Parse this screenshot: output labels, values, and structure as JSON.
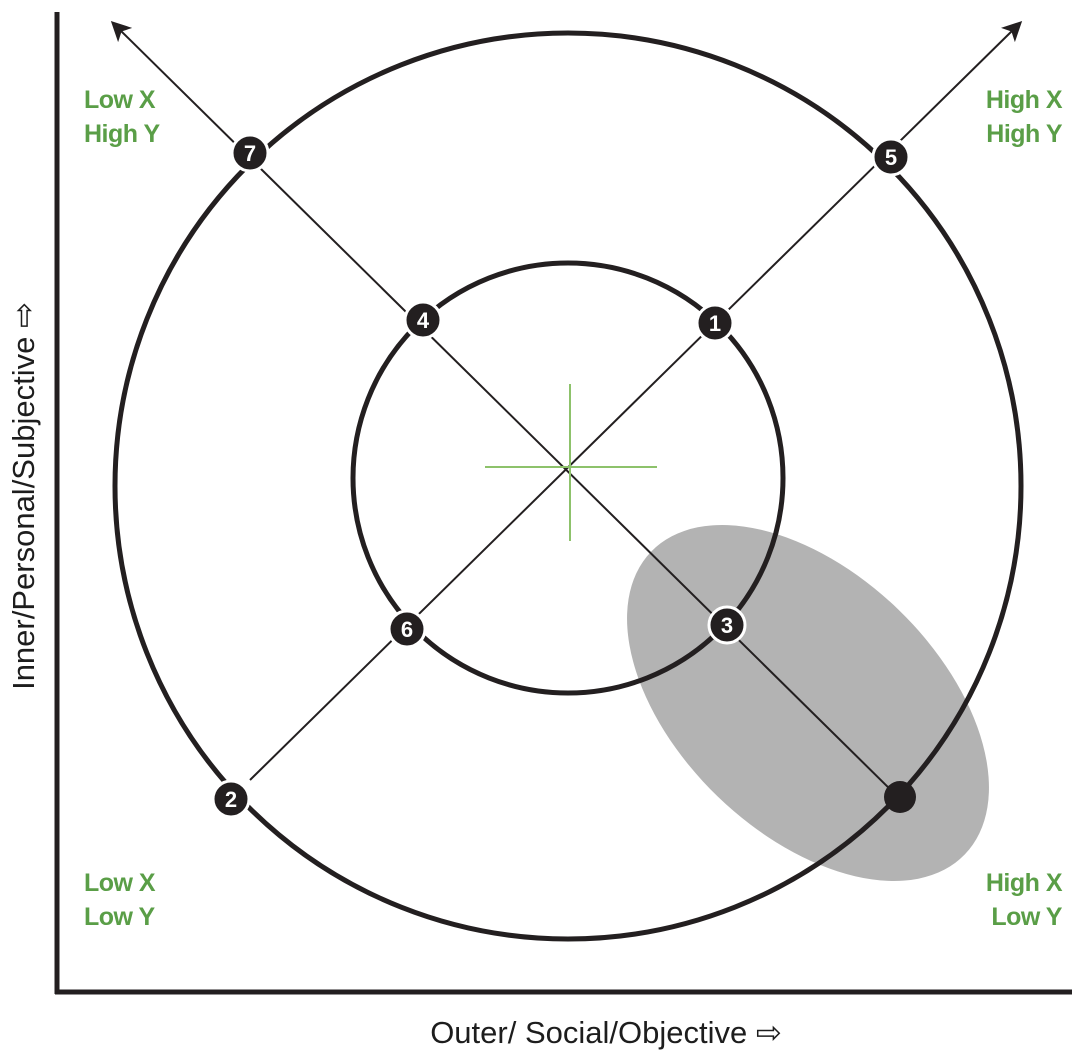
{
  "axes": {
    "x_label": "Outer/ Social/Objective ⇨",
    "y_label": "Inner/Personal/Subjective ⇨"
  },
  "quadrants": {
    "top_left": [
      "Low X",
      "High Y"
    ],
    "top_right": [
      "High X",
      "High Y"
    ],
    "bottom_left": [
      "Low X",
      "Low Y"
    ],
    "bottom_right": [
      "High X",
      "Low Y"
    ]
  },
  "nodes": {
    "n1": "1",
    "n2": "2",
    "n3": "3",
    "n4": "4",
    "n5": "5",
    "n6": "6",
    "n7": "7"
  },
  "colors": {
    "line": "#231f20",
    "label_green": "#5a9e47",
    "crosshair_green": "#8dc26b",
    "ellipse_gray": "#b3b3b3"
  }
}
